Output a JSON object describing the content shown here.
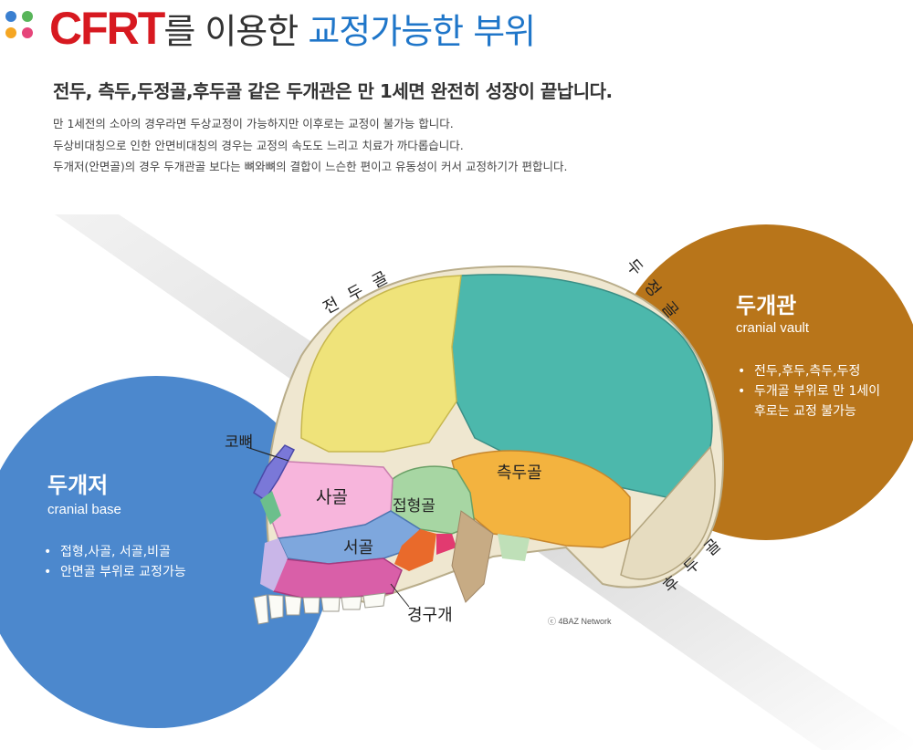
{
  "header": {
    "brand": "CFRT",
    "title_mid": "를 이용한 ",
    "title_highlight": "교정가능한 부위",
    "dot_colors": [
      "#3a7fd0",
      "#58b55a",
      "#f5a623",
      "#e6457a"
    ]
  },
  "intro": {
    "headline": "전두, 측두,두정골,후두골 같은 두개관은 만 1세면 완전히 성장이 끝납니다.",
    "lines": [
      "만 1세전의 소아의 경우라면 두상교정이 가능하지만 이후로는 교정이 불가능 합니다.",
      "두상비대칭으로 인한  안면비대칭의 경우는  교정의 속도도 느리고 치료가 까다롭습니다.",
      "두개저(안면골)의 경우 두개관골 보다는 뼈와뼈의 결합이 느슨한 편이고 유동성이 커서 교정하기가 편합니다."
    ]
  },
  "cranial_base": {
    "title": "두개저",
    "subtitle": "cranial base",
    "items": [
      "접형,사골,  서골,비골",
      "안면골 부위로 교정가능"
    ],
    "color": "#4c88cd"
  },
  "cranial_vault": {
    "title": "두개관",
    "subtitle": "cranial vault",
    "items": [
      "전두,후두,측두,두정",
      "두개골 부위로 만 1세이후로는 교정 불가능"
    ],
    "color": "#b8751a"
  },
  "bone_labels": {
    "frontal": "전 두 골",
    "parietal": "두 정 골",
    "occipital": "후 두 골",
    "nasal": "코뼈",
    "ethmoid": "사골",
    "sphenoid": "접형골",
    "temporal": "측두골",
    "vomer": "서골",
    "palate": "경구개"
  },
  "copyright": "ⓒ 4BAZ Network"
}
